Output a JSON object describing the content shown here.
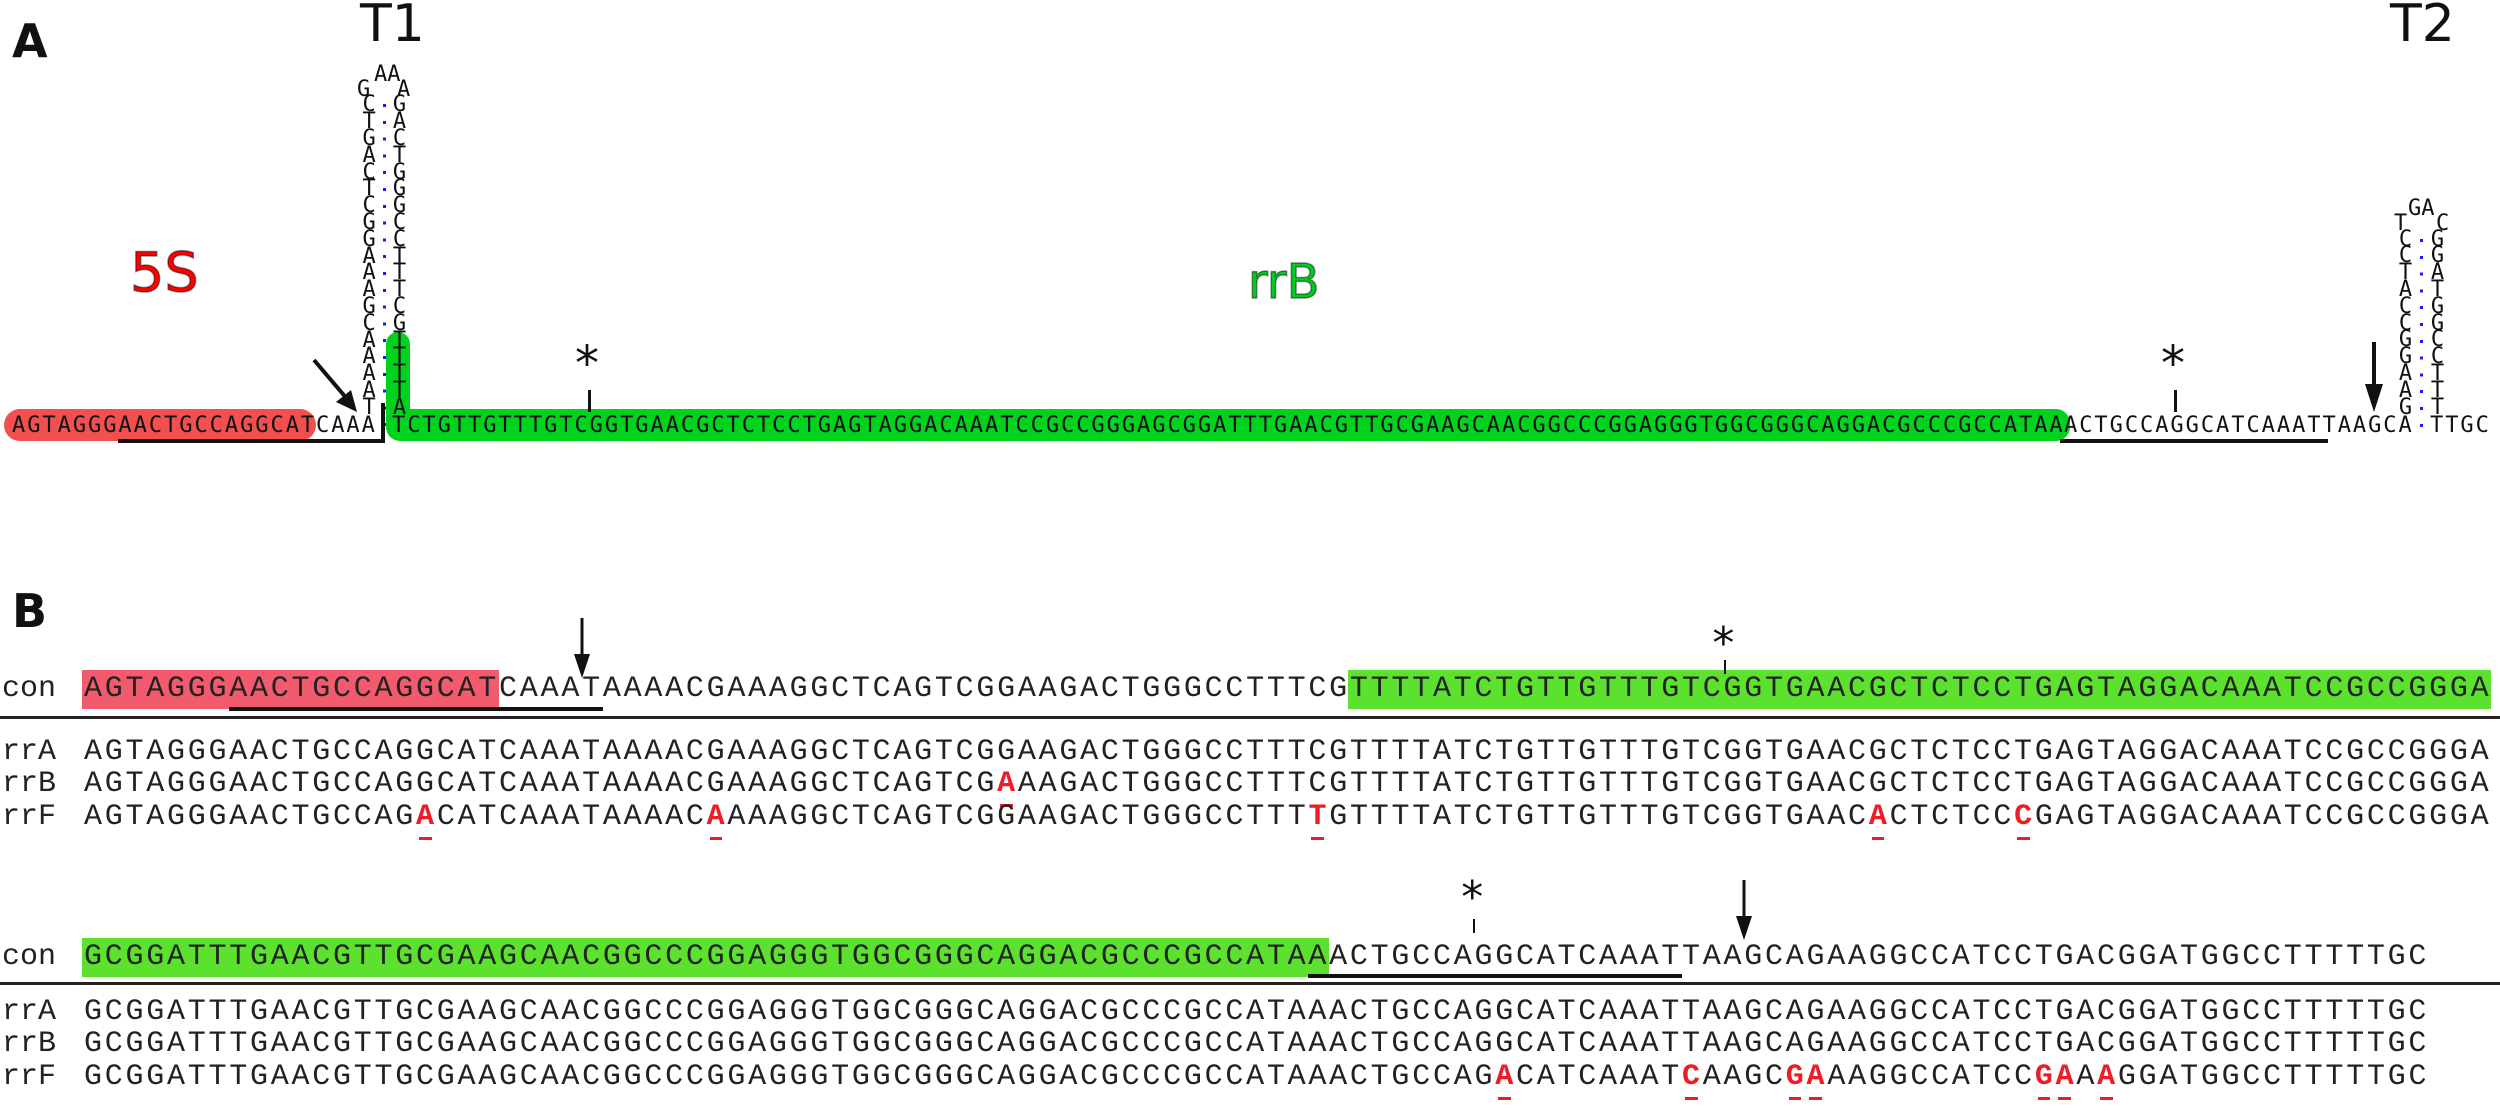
{
  "panel_a": {
    "label": "A",
    "terminator_1": "T1",
    "terminator_2": "T2",
    "label_5s": "5S",
    "label_rrb": "rrB",
    "colors": {
      "five_s": "#f24f4f",
      "rrb": "#00d21e",
      "base_pair_dot": "#1a1aff",
      "five_s_text": "#ff0000",
      "rrb_text": "#00cc22"
    },
    "baseline": {
      "five_s": "AGTAGGGAACTGCCAGGCAT",
      "spacer": "CAAA",
      "rrb": "TCTGTTGTTTGTCGGTGAACGCTCTCCTGAGTAGGACAAATCCGCCGGGAGCGGATTTGAACGTTGCGAAGCAACGGCCCGGAGGGTGGCGGGCAGGACGCCCGCCATAA",
      "downstream": "ACTGCCAGGCATCAAATTAAGCA",
      "tail": "TTGC"
    },
    "t1_stem": {
      "left": "CTGACTCGGAAAGCAAAAT",
      "right": "GACTGGGCCTTTCGTTTTA",
      "loop_left": "G",
      "loop_top": "AA",
      "loop_right": "A"
    },
    "t2_stem": {
      "left": "CCTACCGGAAG",
      "right": "GGATGGCCTTT",
      "loop_left": "T",
      "loop_top": "GA",
      "loop_right": "C"
    },
    "markers": {
      "asterisk": "*"
    }
  },
  "panel_b": {
    "label": "B",
    "asterisk": "*",
    "colors": {
      "five_s": "#f25a6e",
      "rrb": "#5ce22e",
      "mismatch": "#ee1c25"
    },
    "blocks": [
      {
        "consensus": {
          "name": "con",
          "sequence": "AGTAGGGAACTGCCAGGCATCAAATAAAACGAAAGGCTCAGTCGGAAGACTGGGCCTTTCGTTTTATCTGTTGTTTGTCGGTGAACGCTCTCCTGAGTAGGACAAATCCGCCGGGA"
        },
        "regions": [
          {
            "type": "5S",
            "start": 0,
            "end": 19
          },
          {
            "type": "rrB",
            "start": 61,
            "end": 115
          }
        ],
        "underline": {
          "start": 7,
          "end": 24
        },
        "arrow_at": 24,
        "asterisk_at": 79.1,
        "rows": [
          {
            "name": "rrA",
            "sequence": "AGTAGGGAACTGCCAGGCATCAAATAAAACGAAAGGCTCAGTCGGAAGACTGGGCCTTTCGTTTTATCTGTTGTTTGTCGGTGAACGCTCTCCTGAGTAGGACAAATCCGCCGGGA",
            "mismatches": []
          },
          {
            "name": "rrB",
            "sequence": "AGTAGGGAACTGCCAGGCATCAAATAAAACGAAAGGCTCAGTCGAAAGACTGGGCCTTTCGTTTTATCTGTTGTTTGTCGGTGAACGCTCTCCTGAGTAGGACAAATCCGCCGGGA",
            "mismatches": [
              44
            ]
          },
          {
            "name": "rrF",
            "sequence": "AGTAGGGAACTGCCAGACATCAAATAAAACAAAAGGCTCAGTCGGAAGACTGGGCCTTTTGTTTTATCTGTTGTTTGTCGGTGAACACTCTCCCGAGTAGGACAAATCCGCCGGGA",
            "mismatches": [
              16,
              30,
              59,
              86,
              93
            ]
          }
        ]
      },
      {
        "consensus": {
          "name": "con",
          "sequence": "GCGGATTTGAACGTTGCGAAGCAACGGCCCGGAGGGTGGCGGGCAGGACGCCCGCCATAAACTGCCAGGCATCAAATTAAGCAGAAGGCCATCCTGACGGATGGCCTTTTTGC"
        },
        "regions": [
          {
            "type": "rrB",
            "start": 0,
            "end": 59
          }
        ],
        "underline": {
          "start": 59,
          "end": 76
        },
        "arrow_at": 80,
        "asterisk_at": 67,
        "rows": [
          {
            "name": "rrA",
            "sequence": "GCGGATTTGAACGTTGCGAAGCAACGGCCCGGAGGGTGGCGGGCAGGACGCCCGCCATAAACTGCCAGGCATCAAATTAAGCAGAAGGCCATCCTGACGGATGGCCTTTTTGC",
            "mismatches": []
          },
          {
            "name": "rrB",
            "sequence": "GCGGATTTGAACGTTGCGAAGCAACGGCCCGGAGGGTGGCGGGCAGGACGCCCGCCATAAACTGCCAGGCATCAAATTAAGCAGAAGGCCATCCTGACGGATGGCCTTTTTGC",
            "mismatches": []
          },
          {
            "name": "rrF",
            "sequence": "GCGGATTTGAACGTTGCGAAGCAACGGCCCGGAGGGTGGCGGGCAGGACGCCCGCCATAAACTGCCAGACATCAAATCAAGCGAAAGGCCATCCGAAAGGATGGCCTTTTTGC",
            "mismatches": [
              68,
              77,
              82,
              83,
              94,
              95,
              97
            ]
          }
        ]
      }
    ]
  }
}
